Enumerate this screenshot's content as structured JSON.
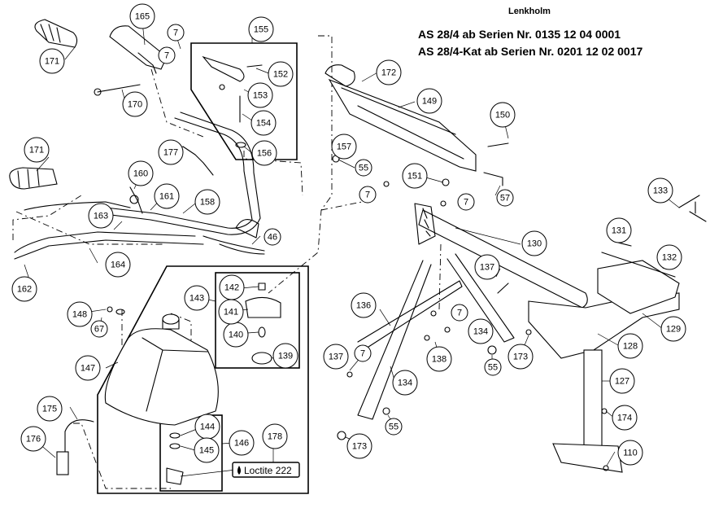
{
  "header": {
    "title": "Lenkholm",
    "series_1": "AS 28/4 ab Serien Nr. 0135 12 04 0001",
    "series_2": "AS 28/4-Kat ab Serien Nr. 0201 12 02 0017"
  },
  "loctite_label": "Loctite 222",
  "callouts": [
    "7",
    "7",
    "7",
    "7",
    "7",
    "7",
    "7",
    "46",
    "55",
    "55",
    "55",
    "57",
    "67",
    "110",
    "127",
    "128",
    "129",
    "130",
    "131",
    "132",
    "133",
    "134",
    "134",
    "136",
    "137",
    "137",
    "138",
    "139",
    "140",
    "141",
    "142",
    "143",
    "144",
    "145",
    "146",
    "147",
    "148",
    "149",
    "150",
    "151",
    "152",
    "153",
    "154",
    "155",
    "156",
    "157",
    "158",
    "160",
    "161",
    "162",
    "163",
    "164",
    "165",
    "170",
    "171",
    "171",
    "172",
    "173",
    "173",
    "174",
    "175",
    "176",
    "177",
    "178"
  ]
}
